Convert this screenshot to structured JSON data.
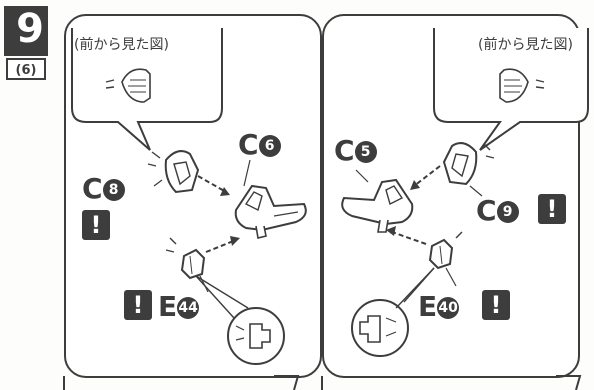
{
  "step": {
    "number": "9",
    "sub": "(6)"
  },
  "left": {
    "caption": "(前から見た図)",
    "parts": [
      {
        "letter": "C",
        "num": "6"
      },
      {
        "letter": "C",
        "num": "8"
      },
      {
        "letter": "E",
        "num": "44"
      }
    ],
    "warn": "!"
  },
  "right": {
    "caption": "(前から見た図)",
    "parts": [
      {
        "letter": "C",
        "num": "5"
      },
      {
        "letter": "C",
        "num": "9"
      },
      {
        "letter": "E",
        "num": "40"
      }
    ],
    "warn": "!"
  }
}
